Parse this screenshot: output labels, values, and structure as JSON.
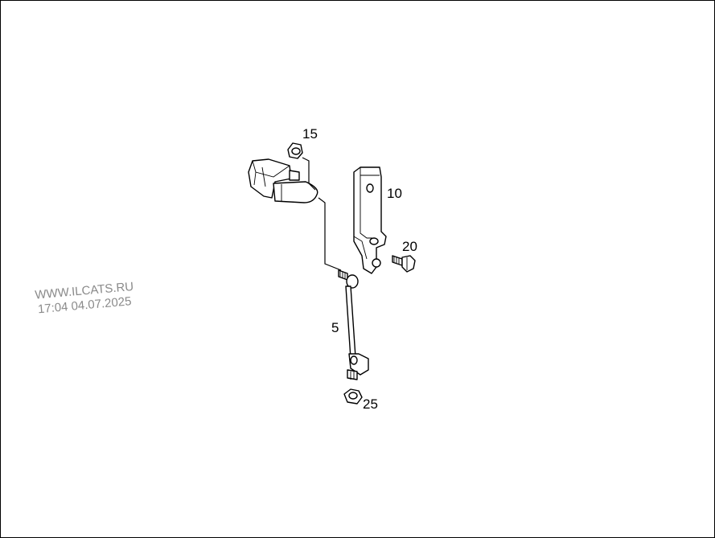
{
  "diagram": {
    "callouts": [
      {
        "id": "part-15",
        "label": "15"
      },
      {
        "id": "part-10",
        "label": "10"
      },
      {
        "id": "part-20",
        "label": "20"
      },
      {
        "id": "part-5",
        "label": "5"
      },
      {
        "id": "part-25",
        "label": "25"
      }
    ]
  },
  "watermark": {
    "line1": "WWW.ILCATS.RU",
    "line2": "17:04 04.07.2025"
  }
}
